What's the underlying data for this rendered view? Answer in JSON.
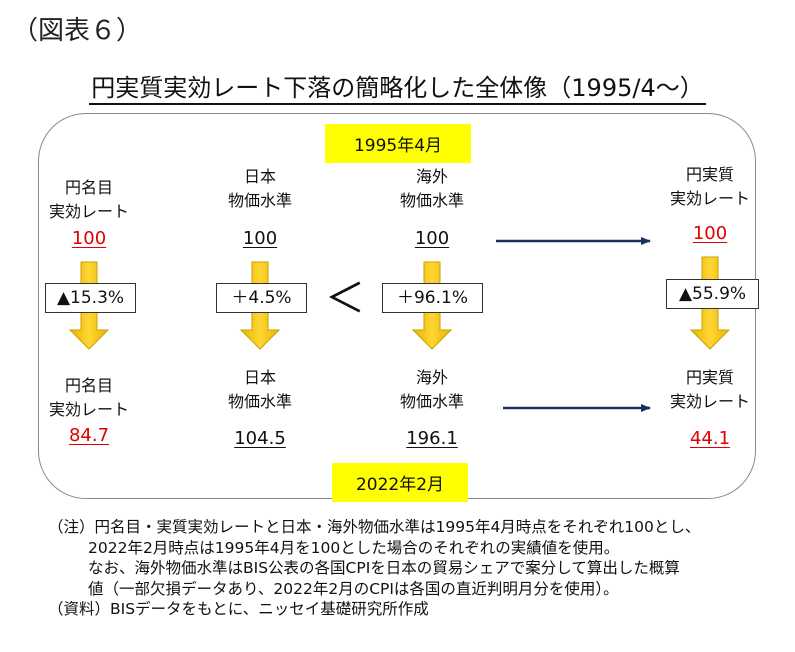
{
  "figure_label": "（図表６）",
  "title": "円実質実効レート下落の簡略化した全体像（1995/4～）",
  "top_date": "1995年4月",
  "bottom_date": "2022年2月",
  "colors": {
    "arrow_fill": "#f5c518",
    "arrow_stroke": "#c9a100",
    "flow_arrow": "#1f2f5c",
    "highlight": "#ffff00",
    "red_value": "#e00000"
  },
  "columns": [
    {
      "id": "nominal",
      "top_label_1": "円名目",
      "top_label_2": "実効レート",
      "start_value": "100",
      "change": "▲15.3%",
      "bottom_label_1": "円名目",
      "bottom_label_2": "実効レート",
      "end_value": "84.7"
    },
    {
      "id": "japan",
      "top_label_1": "日本",
      "top_label_2": "物価水準",
      "start_value": "100",
      "change": "＋4.5%",
      "bottom_label_1": "日本",
      "bottom_label_2": "物価水準",
      "end_value": "104.5"
    },
    {
      "id": "overseas",
      "top_label_1": "海外",
      "top_label_2": "物価水準",
      "start_value": "100",
      "change": "＋96.1%",
      "bottom_label_1": "海外",
      "bottom_label_2": "物価水準",
      "end_value": "196.1"
    },
    {
      "id": "real",
      "top_label_1": "円実質",
      "top_label_2": "実効レート",
      "start_value": "100",
      "change": "▲55.9%",
      "bottom_label_1": "円実質",
      "bottom_label_2": "実効レート",
      "end_value": "44.1"
    }
  ],
  "comparison_symbol": "＜",
  "notes": [
    "（注）円名目・実質実効レートと日本・海外物価水準は1995年4月時点をそれぞれ100とし、",
    "2022年2月時点は1995年4月を100とした場合のそれぞれの実績値を使用。",
    "なお、海外物価水準はBIS公表の各国CPIを日本の貿易シェアで案分して算出した概算",
    "値（一部欠損データあり、2022年2月のCPIは各国の直近判明月分を使用）。",
    "（資料）BISデータをもとに、ニッセイ基礎研究所作成"
  ]
}
